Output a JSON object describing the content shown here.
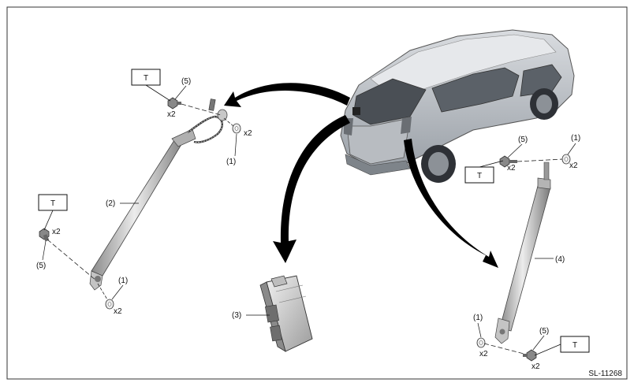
{
  "torque_label": "T",
  "callouts": {
    "washer": "(1)",
    "strut_left": "(2)",
    "control_unit": "(3)",
    "strut_right": "(4)",
    "bolt": "(5)"
  },
  "qty": "x2",
  "figure_code": "SL-11268",
  "colors": {
    "frame": "#333333",
    "arrow": "#000000",
    "part_light": "#e4e4e4",
    "part_mid": "#a6a6a6",
    "part_dark": "#595959",
    "car_body": "#c9cdd2",
    "car_shade": "#8e949b",
    "car_dark": "#3c4045"
  }
}
